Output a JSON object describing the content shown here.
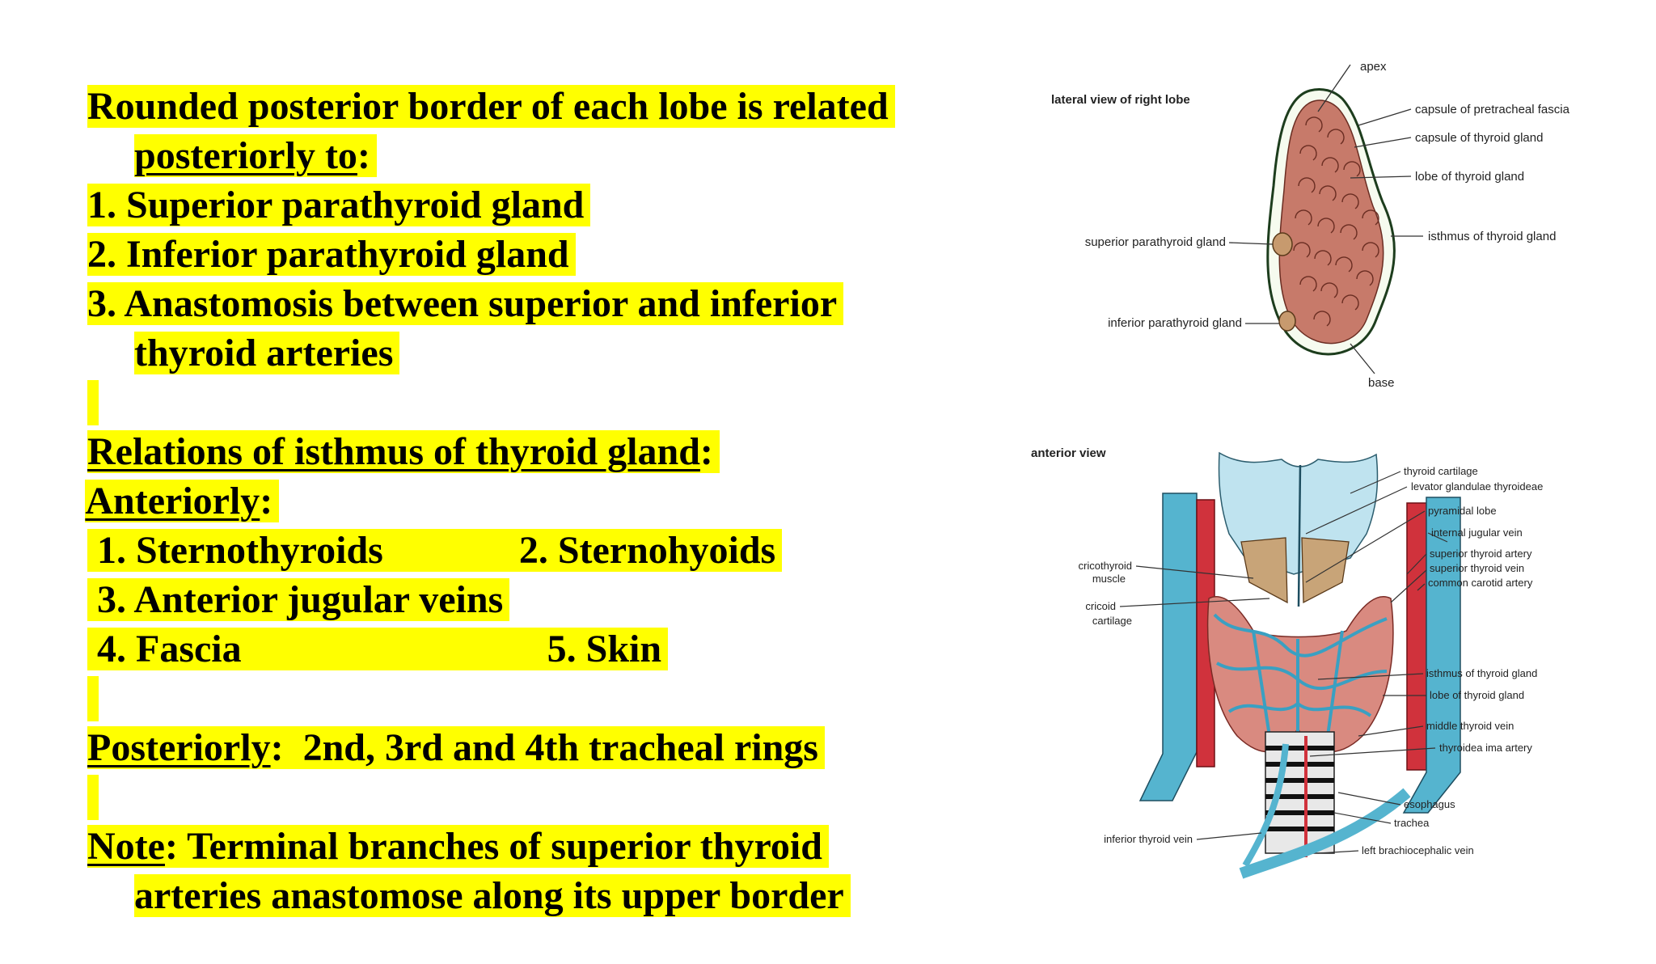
{
  "notes": {
    "l1": "Rounded posterior border of each lobe is related",
    "l2_u": "posteriorly to",
    "l2_rest": ":",
    "l3": "1. Superior parathyroid gland",
    "l4": "2. Inferior parathyroid gland",
    "l5": "3. Anastomosis between superior and inferior",
    "l6": "thyroid arteries",
    "l7_u": "Relations of isthmus of thyroid gland",
    "l7_rest": ":",
    "l8_u": "Anteriorly",
    "l8_rest": ":",
    "l9_a": " 1. Sternothyroids",
    "l9_b": "2. Sternohyoids",
    "l10": " 3. Anterior jugular veins",
    "l11_a": " 4. Fascia",
    "l11_b": "5. Skin",
    "l12_u": "Posteriorly",
    "l12_rest": ":  2nd, 3rd and 4th tracheal rings",
    "l13_u": "Note",
    "l13_rest": ": Terminal branches of superior thyroid",
    "l14": "arteries anastomose along its upper border"
  },
  "figure_top": {
    "title": "lateral view of right lobe",
    "labels": {
      "apex": "apex",
      "capsule_pretracheal": "capsule of pretracheal fascia",
      "capsule_thyroid": "capsule of thyroid gland",
      "lobe": "lobe of thyroid gland",
      "isthmus": "isthmus of thyroid gland",
      "superior_parathyroid": "superior parathyroid gland",
      "inferior_parathyroid": "inferior parathyroid gland",
      "base": "base"
    }
  },
  "figure_bottom": {
    "title": "anterior view",
    "labels": {
      "thyroid_cartilage": "thyroid cartilage",
      "levator": "levator glandulae thyroideae",
      "pyramidal": "pyramidal lobe",
      "internal_jugular": "internal jugular vein",
      "sup_thyroid_artery": "superior thyroid artery",
      "sup_thyroid_vein": "superior thyroid vein",
      "common_carotid": "common carotid artery",
      "cricothyroid_1": "cricothyroid",
      "cricothyroid_2": "muscle",
      "cricoid_1": "cricoid",
      "cricoid_2": "cartilage",
      "isthmus": "isthmus of thyroid gland",
      "lobe": "lobe of thyroid gland",
      "middle_thyroid_vein": "middle thyroid vein",
      "thyroidea_ima": "thyroidea ima artery",
      "esophagus": "esophagus",
      "trachea": "trachea",
      "inferior_thyroid_vein": "inferior thyroid vein",
      "left_brachiocephalic": "left brachiocephalic vein"
    }
  },
  "colors": {
    "highlight": "#ffff00",
    "gland": "#c77a6a",
    "artery": "#d0323c",
    "vein": "#55b4cf",
    "cartilage": "#bfe3ef"
  }
}
